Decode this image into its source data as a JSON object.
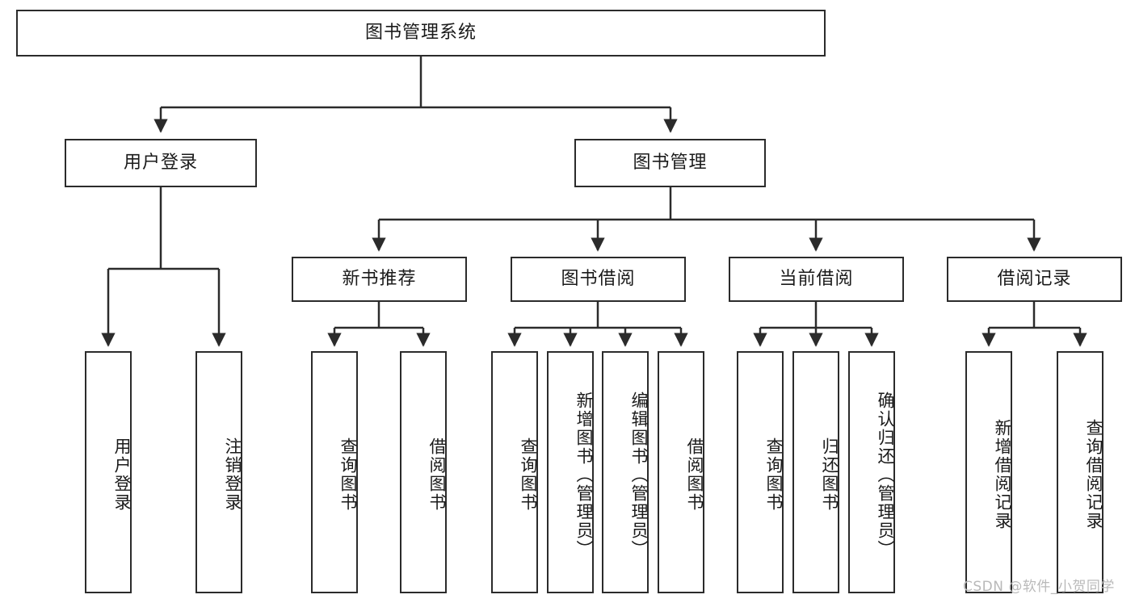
{
  "diagram": {
    "title": "图书管理系统",
    "type": "tree-hierarchy-chart",
    "root": {
      "id": "root",
      "label": "图书管理系统"
    },
    "level2": [
      {
        "id": "user-login",
        "label": "用户登录"
      },
      {
        "id": "book-manage",
        "label": "图书管理"
      }
    ],
    "level3": [
      {
        "id": "new-book-recommend",
        "label": "新书推荐"
      },
      {
        "id": "book-borrow",
        "label": "图书借阅"
      },
      {
        "id": "current-borrow",
        "label": "当前借阅"
      },
      {
        "id": "borrow-record",
        "label": "借阅记录"
      }
    ],
    "leaves": {
      "user_login": [
        {
          "id": "leaf-user-login",
          "label": "用户登录"
        },
        {
          "id": "leaf-logout-login",
          "label": "注销登录"
        }
      ],
      "new_book_recommend": [
        {
          "id": "leaf-query-book-1",
          "label": "查询图书"
        },
        {
          "id": "leaf-borrow-book-1",
          "label": "借阅图书"
        }
      ],
      "book_borrow": [
        {
          "id": "leaf-query-book-2",
          "label": "查询图书"
        },
        {
          "id": "leaf-add-book",
          "label": "新增图书（管理员）"
        },
        {
          "id": "leaf-edit-book",
          "label": "编辑图书（管理员）"
        },
        {
          "id": "leaf-borrow-book-2",
          "label": "借阅图书"
        }
      ],
      "current_borrow": [
        {
          "id": "leaf-query-book-3",
          "label": "查询图书"
        },
        {
          "id": "leaf-return-book",
          "label": "归还图书"
        },
        {
          "id": "leaf-confirm-return",
          "label": "确认归还（管理员）"
        }
      ],
      "borrow_record": [
        {
          "id": "leaf-add-record",
          "label": "新增借阅记录"
        },
        {
          "id": "leaf-query-record",
          "label": "查询借阅记录"
        }
      ]
    }
  },
  "watermark": {
    "text": "CSDN @软件_小贺同学"
  },
  "colors": {
    "stroke": "#2b2b2b",
    "fill": "#ffffff",
    "text": "#1a1a1a",
    "watermark": "#b9b9b9"
  }
}
